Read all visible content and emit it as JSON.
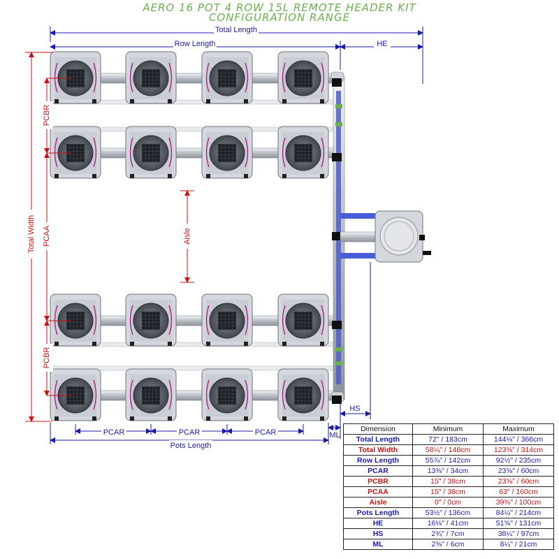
{
  "title": {
    "line1": "AERO 16 POT 4 ROW 15L REMOTE HEADER KIT",
    "line2": "CONFIGURATION RANGE"
  },
  "colors": {
    "title": "#6ab04c",
    "blue_dim": "#1a1aa8",
    "red_dim": "#cc1111",
    "pipe_blue": "#4a5cd8",
    "pot": "#d4d7dc"
  },
  "labels": {
    "total_length": "Total Length",
    "row_length": "Row Length",
    "he": "HE",
    "hs": "HS",
    "ml": "ML",
    "pcar": "PCAR",
    "pots_length": "Pots Length",
    "total_width": "Total Width",
    "pcbr": "PCBR",
    "pcaa": "PCAA",
    "aisle": "Aisle"
  },
  "table": {
    "headers": [
      "Dimension",
      "Minimum",
      "Maximum"
    ],
    "rows": [
      {
        "name": "Total Length",
        "min": "72\" / 183cm",
        "max": "144⅛\" / 366cm",
        "color": "blue"
      },
      {
        "name": "Total Width",
        "min": "58¼\" / 148cm",
        "max": "123⅝\" / 314cm",
        "color": "red"
      },
      {
        "name": "Row Length",
        "min": "55⅞\" / 142cm",
        "max": "92½\" / 235cm",
        "color": "blue"
      },
      {
        "name": "PCAR",
        "min": "13⅜\" / 34cm",
        "max": "23⅝\" / 60cm",
        "color": "blue"
      },
      {
        "name": "PCBR",
        "min": "15\" / 38cm",
        "max": "23⅝\" / 60cm",
        "color": "red"
      },
      {
        "name": "PCAA",
        "min": "15\" / 38cm",
        "max": "63\" / 160cm",
        "color": "red"
      },
      {
        "name": "Aisle",
        "min": "0\" / 0cm",
        "max": "39⅜\" / 100cm",
        "color": "red"
      },
      {
        "name": "Pots Length",
        "min": "53½\" / 136cm",
        "max": "84¼\" / 214cm",
        "color": "blue"
      },
      {
        "name": "HE",
        "min": "16⅛\" / 41cm",
        "max": "51⅝\" / 131cm",
        "color": "blue"
      },
      {
        "name": "HS",
        "min": "2¾\" / 7cm",
        "max": "38¼\" / 97cm",
        "color": "blue"
      },
      {
        "name": "ML",
        "min": "2⅜\" / 6cm",
        "max": "8¼\" / 21cm",
        "color": "blue"
      }
    ]
  }
}
